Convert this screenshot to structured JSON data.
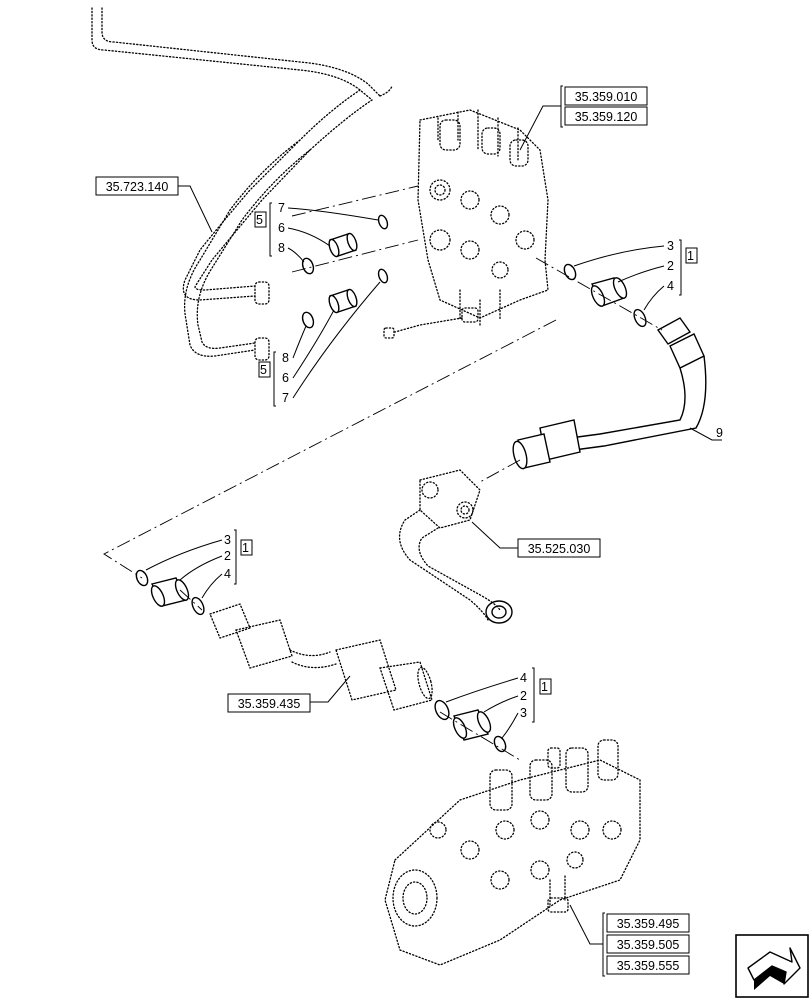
{
  "references": {
    "r_35_359_010": "35.359.010",
    "r_35_359_120": "35.359.120",
    "r_35_723_140": "35.723.140",
    "r_35_525_030": "35.525.030",
    "r_35_359_435": "35.359.435",
    "r_35_359_495": "35.359.495",
    "r_35_359_505": "35.359.505",
    "r_35_359_555": "35.359.555"
  },
  "callouts": {
    "n1": "1",
    "n2": "2",
    "n3": "3",
    "n4": "4",
    "n5": "5",
    "n6": "6",
    "n7": "7",
    "n8": "8",
    "n9": "9"
  },
  "nav_icon": "next-page-arrow-icon"
}
